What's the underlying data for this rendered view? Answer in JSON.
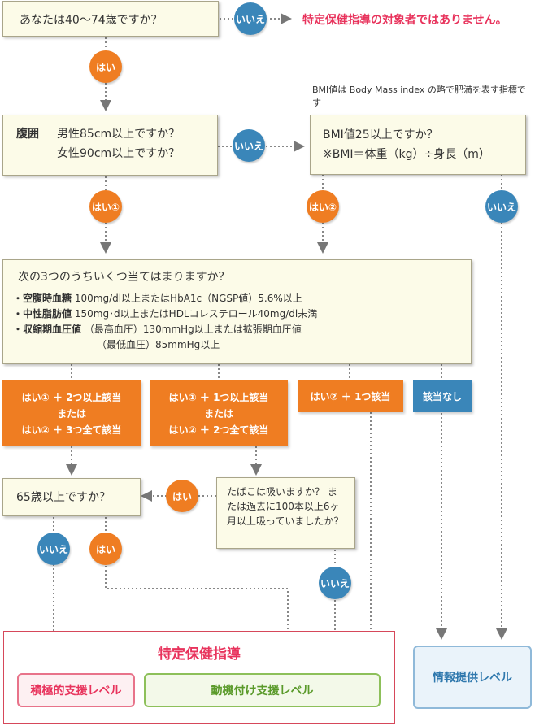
{
  "q_age": "あなたは40〜74歳ですか？",
  "not_target": "特定保健指導の対象者ではありません。",
  "yes": "はい",
  "no": "いいえ",
  "yes1": "はい①",
  "yes2": "はい②",
  "waist_label": "腹囲",
  "waist_male": "男性85cm以上ですか？",
  "waist_female": "女性90cm以上ですか？",
  "bmi_note": "BMI値は Body Mass index の略で肥満を表す指標です",
  "bmi_q": "BMI値25以上ですか？",
  "bmi_formula": "※BMI＝体重（kg）÷身長（m）",
  "criteria_q": "次の3つのうちいくつ当てはまりますか？",
  "criteria": [
    {
      "term": "・空腹時血糖",
      "detail": "100mg/dl以上またはHbA1c（NGSP値）5.6%以上"
    },
    {
      "term": "・中性脂肪値",
      "detail": "150mg･d以上またはHDLコレステロール40mg/dl未満"
    },
    {
      "term": "・収縮期血圧値",
      "detail": "（最高血圧）130mmHg以上または拡張期血圧値"
    },
    {
      "term": "",
      "detail": "（最低血圧）85mmHg以上"
    }
  ],
  "res1": [
    "はい① ＋ 2つ以上該当",
    "または",
    "はい② ＋ 3つ全て該当"
  ],
  "res2": [
    "はい① ＋ 1つ以上該当",
    "または",
    "はい② ＋ 2つ全て該当"
  ],
  "res3": "はい② ＋ 1つ該当",
  "res4": "該当なし",
  "q_65": "65歳以上ですか？",
  "smoke_q": "たばこは吸いますか？ または過去に100本以上6ヶ月以上吸っていましたか？",
  "guidance_title": "特定保健指導",
  "level_active": "積極的支援レベル",
  "level_motivation": "動機付け支援レベル",
  "level_info": "情報提供レベル",
  "colors": {
    "blue": "#3a86b9",
    "orange": "#ef7d22",
    "pink": "#e8335c",
    "green": "#8dc05a",
    "box_bg": "#fcfbe8"
  }
}
